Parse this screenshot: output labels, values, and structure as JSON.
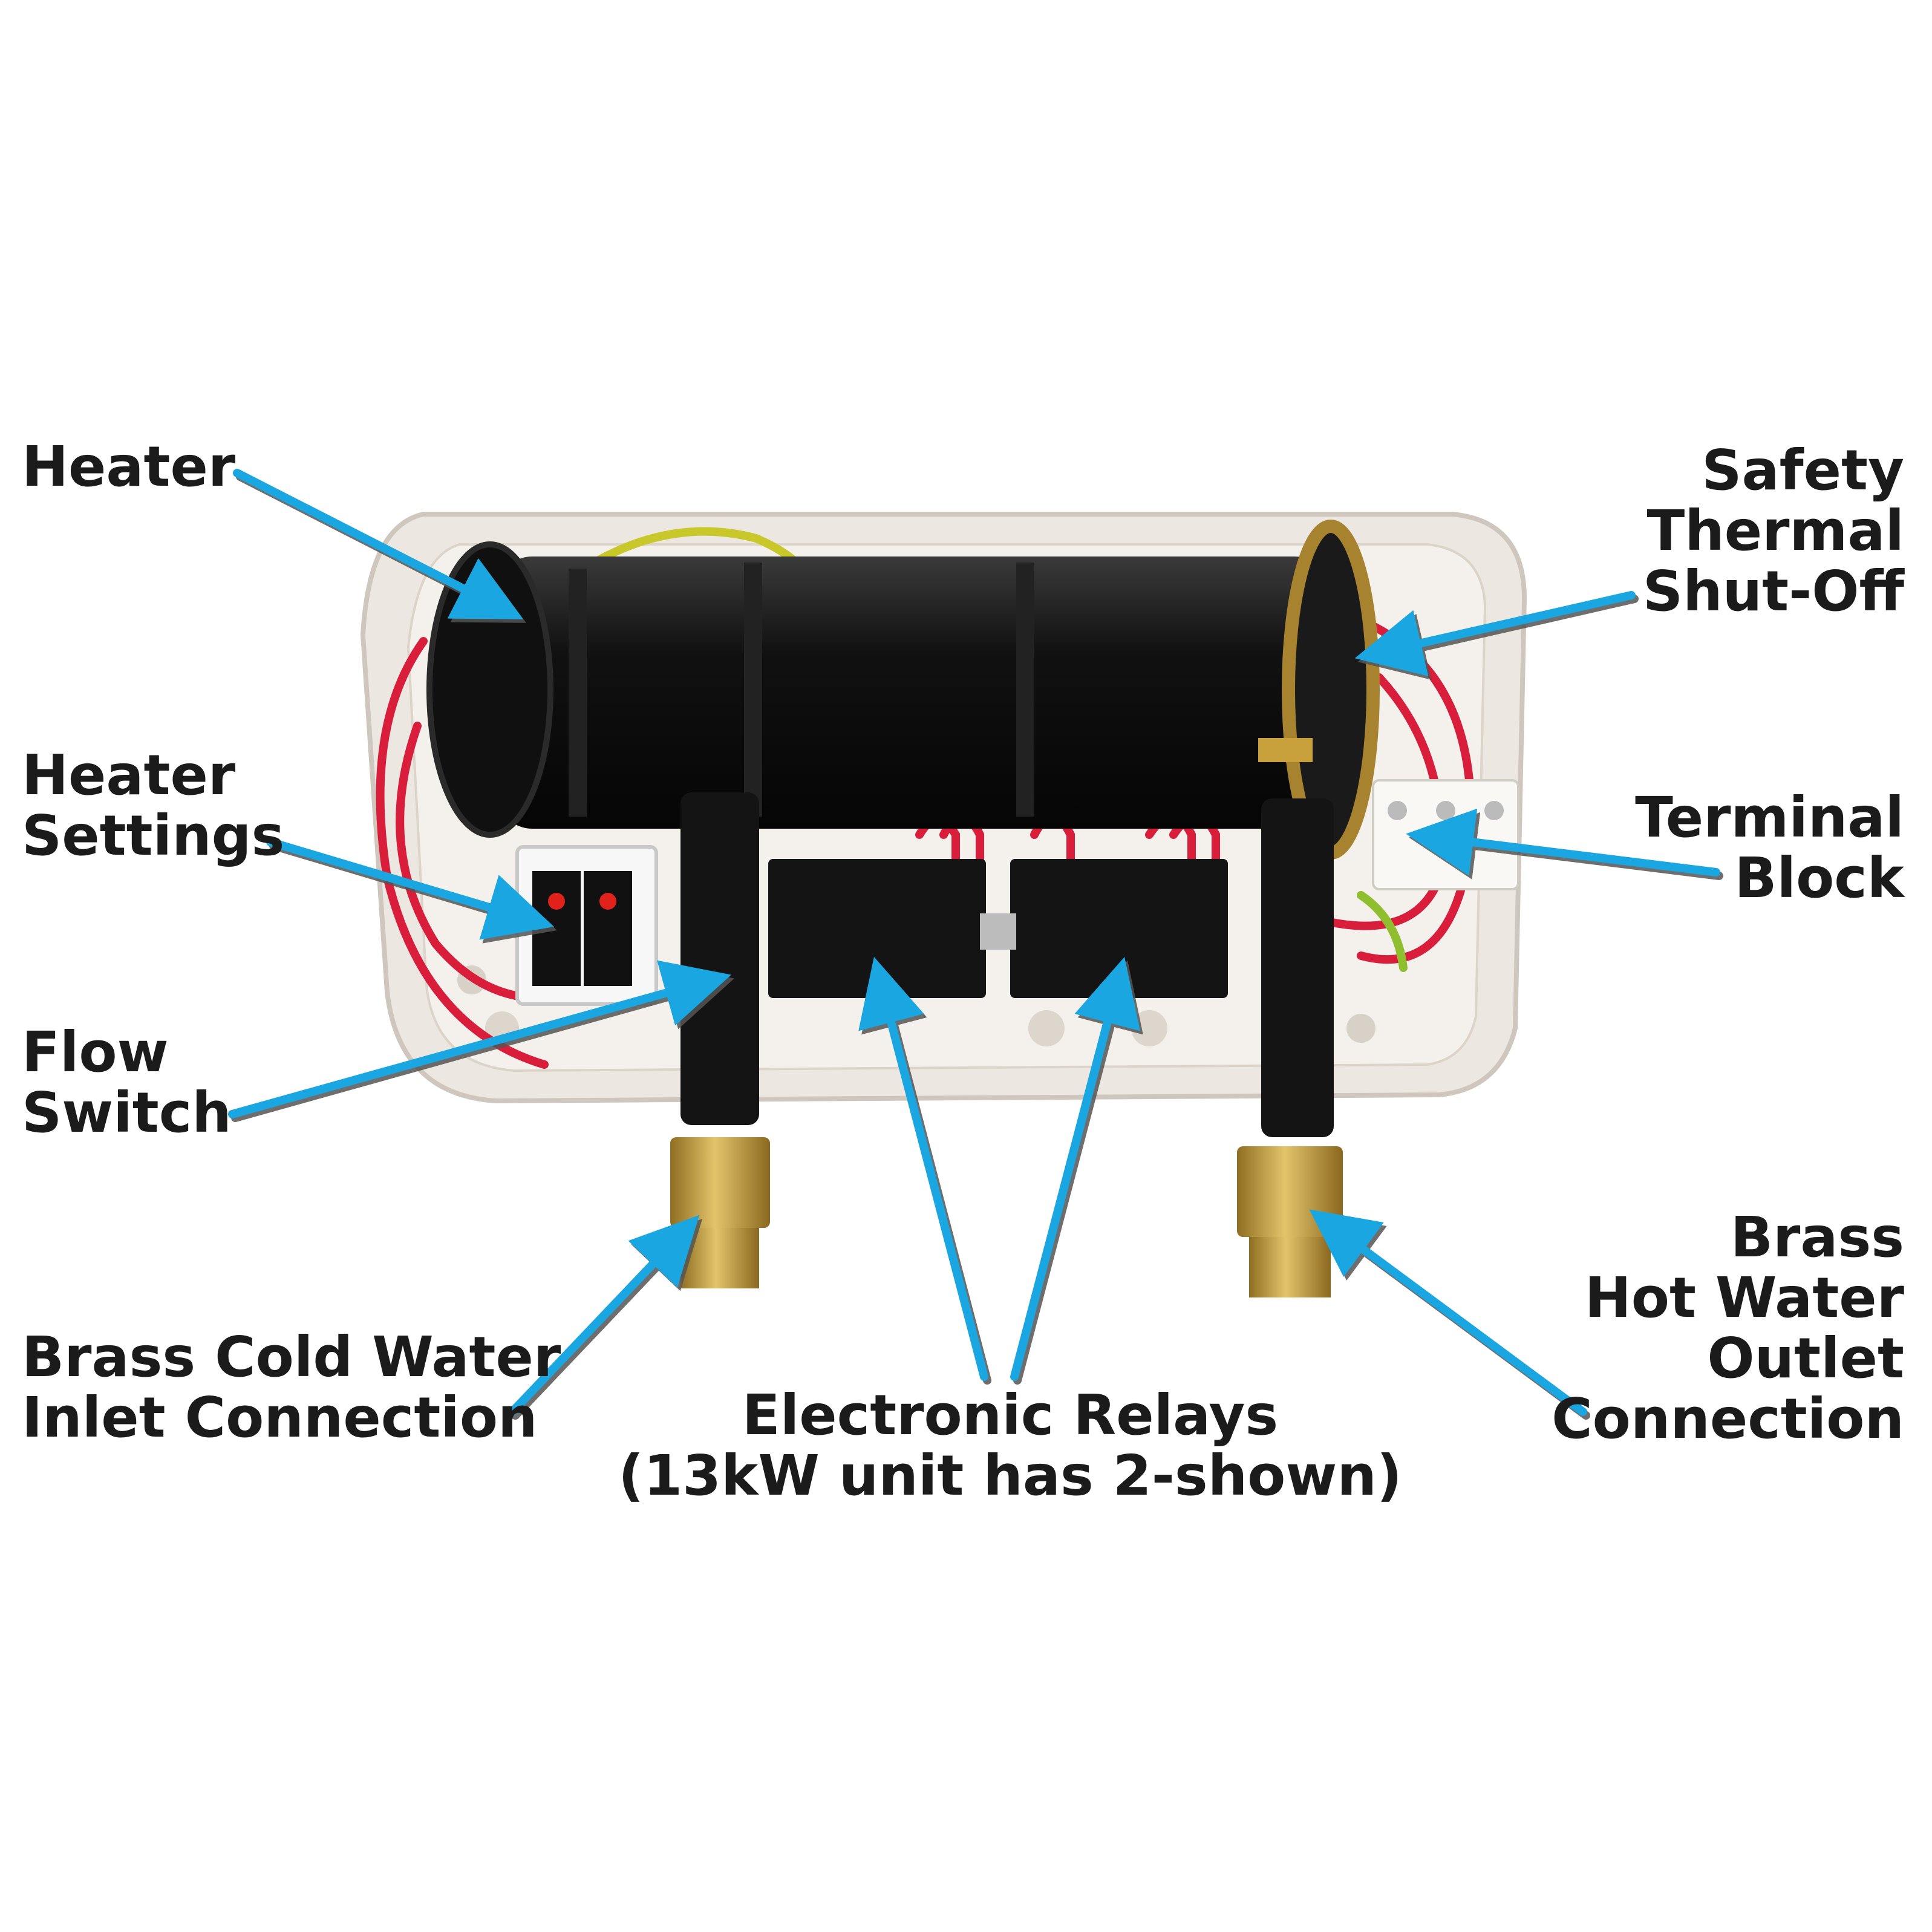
{
  "labels": {
    "heater": [
      "Heater"
    ],
    "heater_settings": [
      "Heater",
      "Settings"
    ],
    "flow_switch": [
      "Flow",
      "Switch"
    ],
    "cold_inlet": [
      "Brass Cold Water",
      "Inlet Connection"
    ],
    "relays": [
      "Electronic Relays",
      "(13kW unit has 2-shown)"
    ],
    "hot_outlet": [
      "Brass",
      "Hot Water",
      "Outlet",
      "Connection"
    ],
    "terminal_block": [
      "Terminal",
      "Block"
    ],
    "thermal_shutoff": [
      "Safety",
      "Thermal",
      "Shut-Off"
    ]
  },
  "colors": {
    "arrow": "#1aa6e0",
    "arrow_shadow": "#555555",
    "text": "#1b1b1b",
    "housing": "#ece7e1",
    "heater_tube": "#151515",
    "wire_red": "#d81e3a",
    "wire_ground": "#8fbf2e",
    "brass": "#c9a13c"
  },
  "icons": [
    "arrow-icon"
  ]
}
